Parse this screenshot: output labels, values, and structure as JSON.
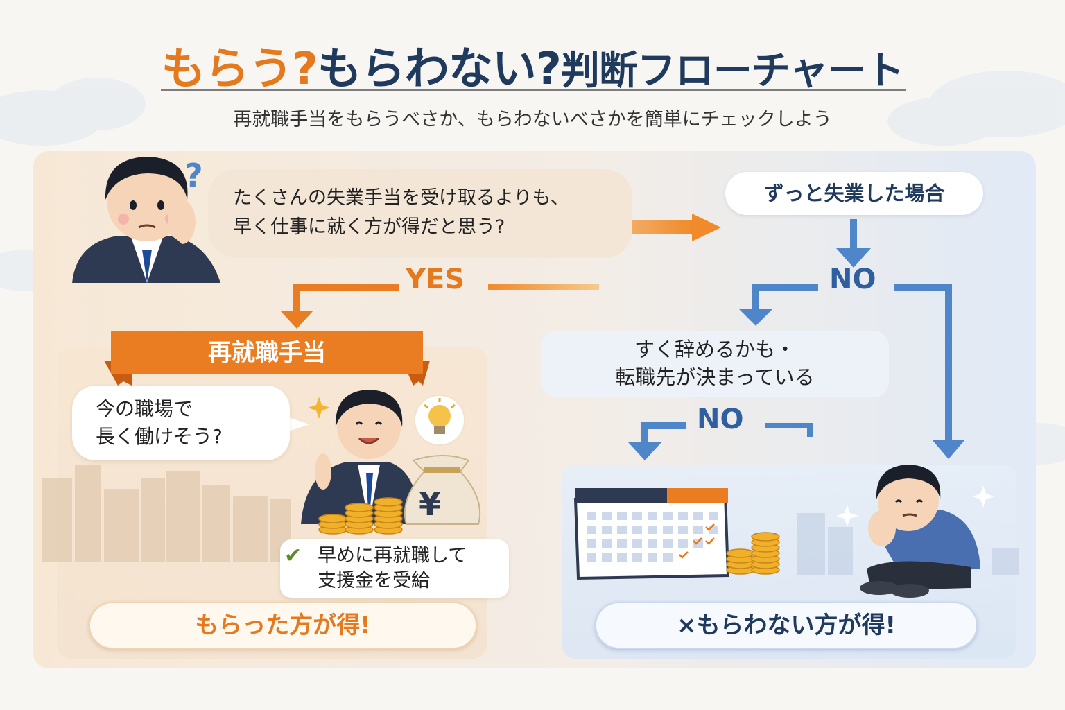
{
  "header": {
    "title_part1": "もらう?",
    "title_part2": "もらわない?",
    "title_part3": "判断フローチャート",
    "subtitle": "再就職手当をもらうべさか、もらわないべさかを簡単にチェックしよう"
  },
  "flow": {
    "question_line1": "たくさんの失業手当を受け取るよりも、",
    "question_line2": "早く仕事に就く方が得だと思う?",
    "scenario": "ずっと失業した場合",
    "yes_label": "YES",
    "no_label_top": "NO",
    "no_label_middle": "NO",
    "left_branch": {
      "banner": "再就職手当",
      "prompt_line1": "今の職場で",
      "prompt_line2": "長く働けそう?",
      "benefit_check": "✔",
      "benefit_line1": "早めに再就職して",
      "benefit_line2": "支援金を受給",
      "result": "もらった方が得!"
    },
    "right_branch": {
      "condition_line1": "すく辞めるかも・",
      "condition_line2": "転職先が決まっている",
      "result": "×もらわない方が得!"
    }
  },
  "decor": {
    "question_mark": "?",
    "yen_symbol": "¥"
  },
  "colors": {
    "orange": "#e4791e",
    "navy": "#1f3a5c",
    "blue_arrow": "#4e86c9",
    "warm_panel": "#f6e6d4",
    "cool_panel": "#e3ebf6"
  },
  "icons": [
    "worried-businessman",
    "question-mark-icon",
    "smiling-businessman",
    "lightbulb-icon",
    "money-bag-icon",
    "coin-stack-icon",
    "check-icon",
    "calendar-icon",
    "sad-sitting-man",
    "sparkle-icon",
    "city-skyline"
  ]
}
